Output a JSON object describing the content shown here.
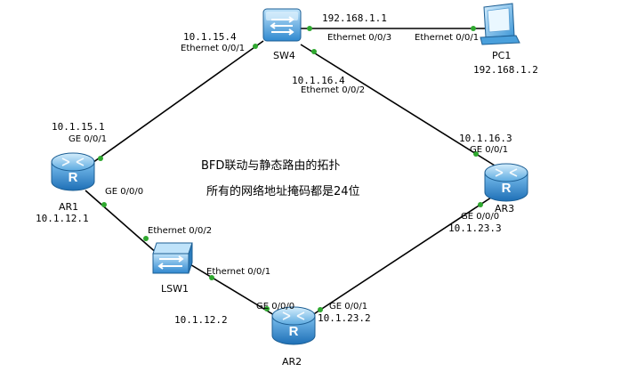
{
  "devices": {
    "sw4": {
      "name": "SW4"
    },
    "pc1": {
      "name": "PC1",
      "ip": "192.168.1.2"
    },
    "ar1": {
      "name": "AR1",
      "ip": "10.1.12.1"
    },
    "ar2": {
      "name": "AR2"
    },
    "ar3": {
      "name": "AR3"
    },
    "lsw1": {
      "name": "LSW1"
    }
  },
  "links": {
    "sw4_pc1": {
      "sw4_port": "Ethernet 0/0/3",
      "pc1_port": "Ethernet 0/0/1",
      "ip": "192.168.1.1"
    },
    "sw4_ar1": {
      "sw4_ip": "10.1.15.4",
      "sw4_port": "Ethernet 0/0/1",
      "ar1_ip": "10.1.15.1",
      "ar1_port": "GE 0/0/1"
    },
    "sw4_ar3": {
      "sw4_ip": "10.1.16.4",
      "sw4_port": "Ethernet 0/0/2",
      "ar3_ip": "10.1.16.3",
      "ar3_port": "GE 0/0/1"
    },
    "ar1_lsw1": {
      "ar1_port": "GE 0/0/0",
      "lsw1_port": "Ethernet 0/0/2"
    },
    "lsw1_ar2": {
      "lsw1_port": "Ethernet 0/0/1",
      "ar2_port": "GE 0/0/0",
      "ar2_ip": "10.1.12.2"
    },
    "ar2_ar3": {
      "ar2_port": "GE 0/0/1",
      "ar2_ip": "10.1.23.2",
      "ar3_port": "GE 0/0/0",
      "ar3_ip": "10.1.23.3"
    }
  },
  "notes": {
    "line1": "BFD联动与静态路由的拓扑",
    "line2": "所有的网络地址掩码都是24位"
  },
  "colors": {
    "link": "#000000",
    "port_dot": "#2fa82f",
    "router_blue": "#2a7fc9",
    "switch_blue": "#3a9bd8"
  }
}
